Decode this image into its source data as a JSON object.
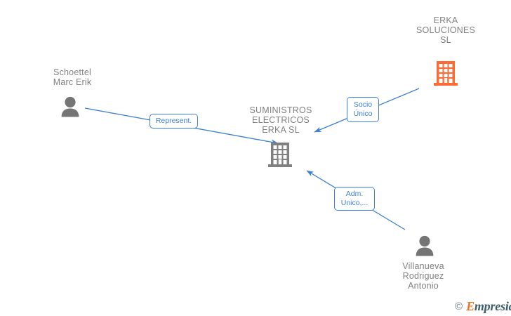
{
  "diagram": {
    "type": "entity-relationship-graph",
    "background_color": "#ffffff",
    "edge_color": "#3d7fd4",
    "company_icon_color_primary": "#ff6b35",
    "company_icon_color_secondary": "#808080",
    "person_icon_color": "#757575",
    "node_label_color": "#808080"
  },
  "nodes": [
    {
      "id": "erka-soluciones",
      "label": "ERKA\nSOLUCIONES\nSL",
      "icon": "company-building-icon",
      "icon_color": "#ff6b35",
      "kind": "company"
    },
    {
      "id": "suministros-electricos-erka",
      "label": "SUMINISTROS\nELECTRICOS\nERKA SL",
      "icon": "company-building-icon",
      "icon_color": "#808080",
      "kind": "company"
    },
    {
      "id": "schoettel-marc-erik",
      "label": "Schoettel\nMarc Erik",
      "icon": "person-icon",
      "icon_color": "#757575",
      "kind": "person"
    },
    {
      "id": "villanueva-rodriguez-antonio",
      "label": "Villanueva\nRodriguez\nAntonio",
      "icon": "person-icon",
      "icon_color": "#757575",
      "kind": "person"
    }
  ],
  "edges": [
    {
      "id": "edge-represent",
      "from": "schoettel-marc-erik",
      "to": "suministros-electricos-erka",
      "label": "Represent."
    },
    {
      "id": "edge-socio-unico",
      "from": "erka-soluciones",
      "to": "suministros-electricos-erka",
      "label": "Socio\nÚnico"
    },
    {
      "id": "edge-adm-unico",
      "from": "villanueva-rodriguez-antonio",
      "to": "suministros-electricos-erka",
      "label": "Adm.\nUnico,..."
    }
  ],
  "watermark": {
    "copyright": "©",
    "brand_cap": "E",
    "brand_rest": "mpresia"
  }
}
